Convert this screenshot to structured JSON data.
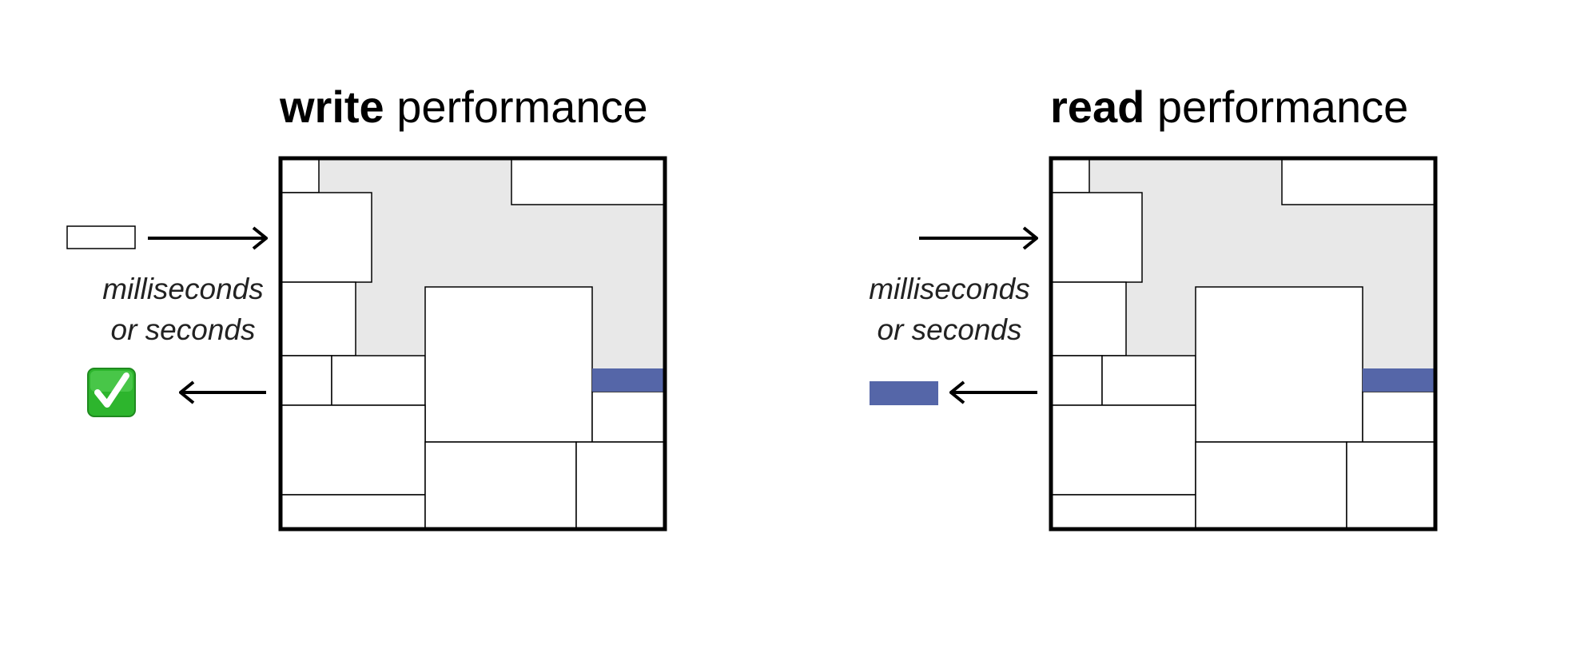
{
  "panels": {
    "write": {
      "title_bold": "write",
      "title_rest": " performance",
      "caption_line1": "milliseconds",
      "caption_line2": "or seconds",
      "result_icon": "green-check-icon"
    },
    "read": {
      "title_bold": "read",
      "title_rest": " performance",
      "caption_line1": "milliseconds",
      "caption_line2": "or seconds",
      "result_icon": "blue-block-icon"
    }
  },
  "colors": {
    "highlight": "#5566a8",
    "free_space": "#e8e8e8",
    "check_green": "#2db52d",
    "border": "#000000"
  }
}
